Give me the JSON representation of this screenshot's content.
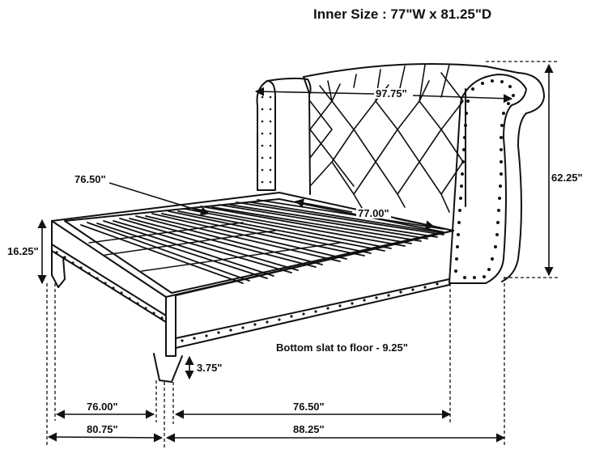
{
  "diagram": {
    "title": "Inner Size : 77\"W x 81.25\"D",
    "subject": "upholstered wingback platform bed with tufted headboard and nailhead trim",
    "colors": {
      "line": "#111111",
      "background": "#ffffff"
    },
    "dimensions": {
      "headboard_width": "97.75\"",
      "overall_height": "62.25\"",
      "side_rail_inner": "76.50\"",
      "headboard_inner": "77.00\"",
      "footboard_height": "16.25\"",
      "leg_height": "3.75\"",
      "bottom_slat_note": "Bottom slat to floor - 9.25\"",
      "bottom_width_inner": "76.00\"",
      "bottom_width_outer": "80.75\"",
      "bottom_length_inner": "76.50\"",
      "bottom_length_outer": "88.25\""
    }
  }
}
